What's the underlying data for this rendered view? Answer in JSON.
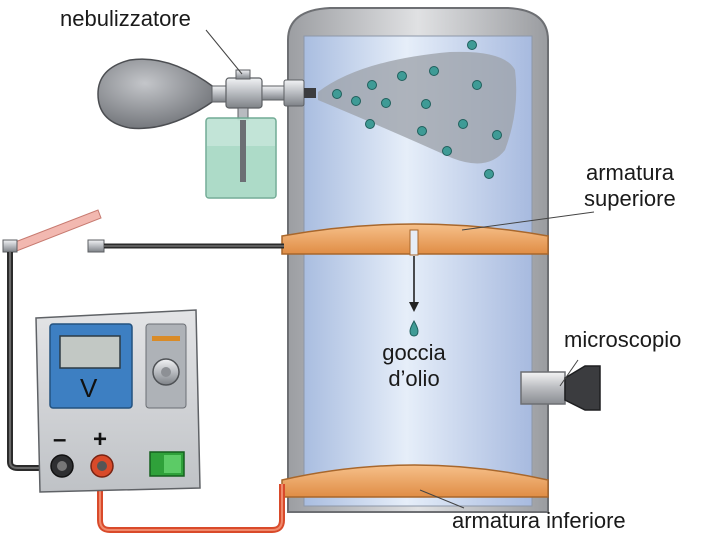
{
  "labels": {
    "nebulizer": "nebulizzatore",
    "upper_plate_line1": "armatura",
    "upper_plate_line2": "superiore",
    "microscope": "microscopio",
    "oil_drop_line1": "goccia",
    "oil_drop_line2": "d’olio",
    "lower_plate": "armatura inferiore"
  },
  "power_supply": {
    "display_unit": "V",
    "minus_symbol": "–",
    "plus_symbol": "+"
  },
  "colors": {
    "chamber_glass": "#cfdcef",
    "chamber_frame": "#c9cacc",
    "plate": "#f0a862",
    "droplet": "#3f9b96",
    "spray_cloud": "#9ea3aa",
    "supply_body": "#d5d7da",
    "supply_panel": "#3d7fc2",
    "red_wire": "#d94a2a",
    "black_wire": "#2b2b2b",
    "switch": "#2fa13a"
  }
}
